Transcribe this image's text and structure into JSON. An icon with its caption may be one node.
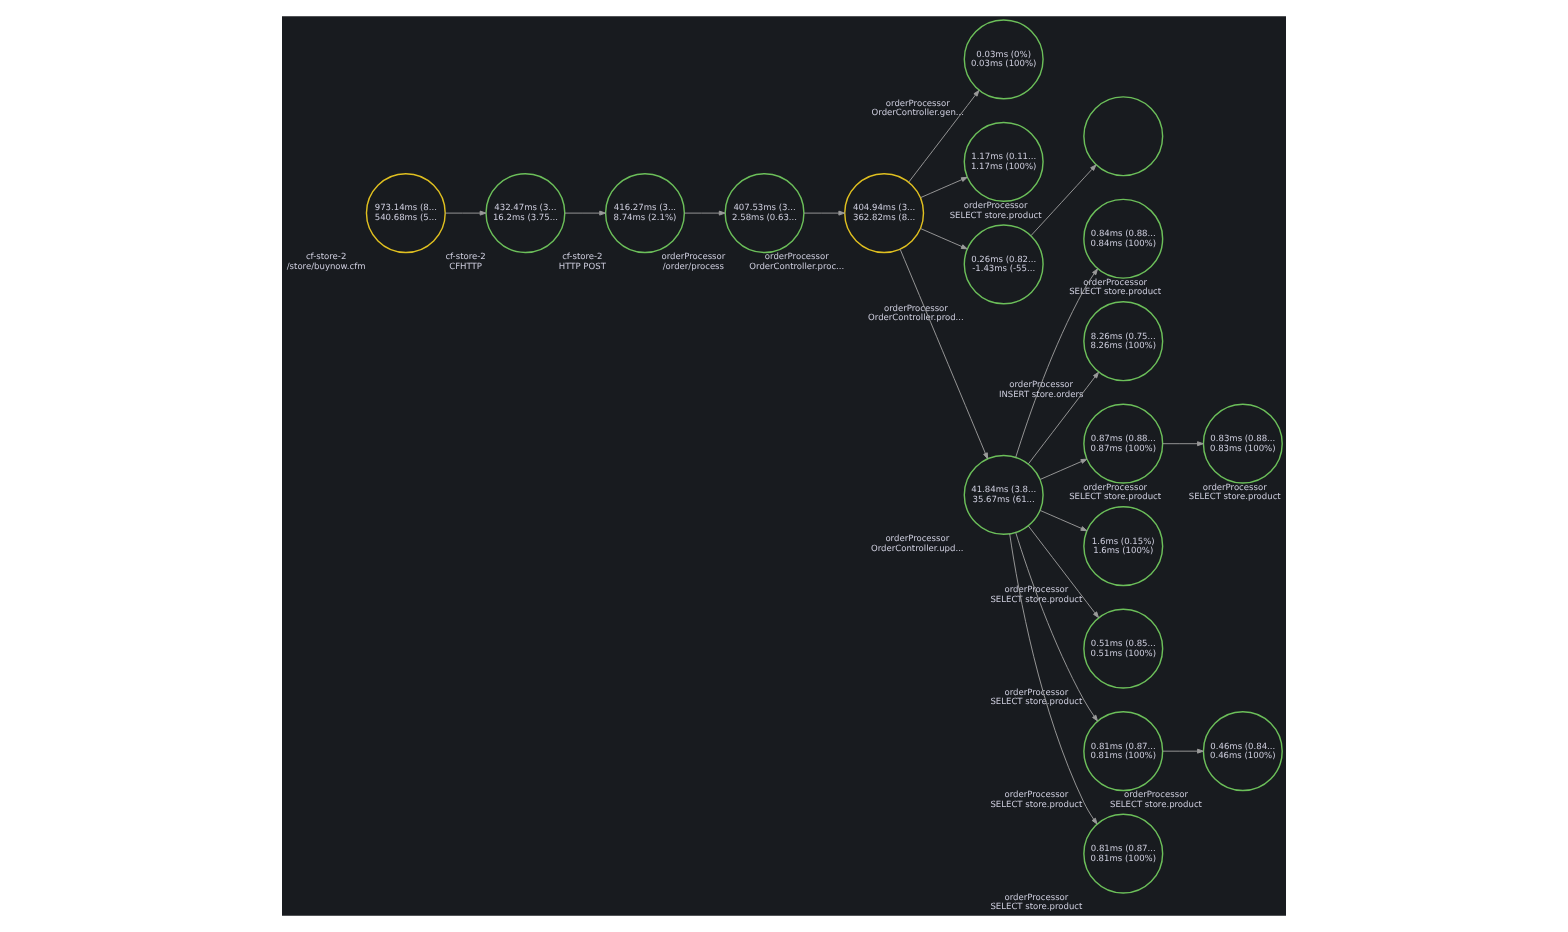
{
  "diagram": {
    "nodes": [
      {
        "text": [
          "973.14ms (8...",
          "540.68ms (5..."
        ],
        "beside": [
          "cf-store-2",
          "/store/buynow.cfm"
        ]
      },
      {
        "text": [
          "432.47ms (3...",
          "16.2ms (3.75..."
        ],
        "beside": [
          "cf-store-2",
          "CFHTTP"
        ]
      },
      {
        "text": [
          "416.27ms (3...",
          "8.74ms (2.1%)"
        ],
        "beside": [
          "cf-store-2",
          "HTTP POST"
        ]
      },
      {
        "text": [
          "407.53ms (3...",
          "2.58ms (0.63..."
        ],
        "beside": [
          "orderProcessor",
          "/order/process"
        ]
      },
      {
        "text": [
          "404.94ms (3...",
          "362.82ms (8..."
        ],
        "beside": [
          "orderProcessor",
          "OrderController.proc..."
        ]
      },
      {
        "text": [
          "0.03ms (0%)",
          "0.03ms (100%)"
        ],
        "beside": [
          "orderProcessor",
          "OrderController.gen..."
        ]
      },
      {
        "text": [
          "1.17ms (0.11...",
          "1.17ms (100%)"
        ],
        "beside": [
          "orderProcessor",
          "SELECT store.product"
        ]
      },
      {
        "text": [
          "0.26ms (0.82...",
          "-1.43ms (-55..."
        ],
        "beside": [
          "orderProcessor",
          "OrderController.prod..."
        ]
      },
      {
        "text": [],
        "shape": "circle"
      },
      {
        "text": [
          "41.84ms (3.8...",
          "35.67ms (61..."
        ],
        "beside": [
          "orderProcessor",
          "OrderController.upd..."
        ]
      },
      {
        "text": [
          "0.84ms (0.88...",
          "0.84ms (100%)"
        ],
        "beside": [
          "orderProcessor",
          "SELECT store.product"
        ]
      },
      {
        "text": [
          "8.26ms (0.75...",
          "8.26ms (100%)"
        ],
        "beside": [
          "orderProcessor",
          "INSERT store.orders"
        ]
      },
      {
        "text": [
          "0.87ms (0.88...",
          "0.87ms (100%)"
        ],
        "beside": [
          "orderProcessor",
          "SELECT store.product"
        ]
      },
      {
        "text": [
          "0.83ms (0.88...",
          "0.83ms (100%)"
        ],
        "beside": [
          "orderProcessor",
          "SELECT store.product"
        ]
      },
      {
        "text": [
          "1.6ms (0.15%)",
          "1.6ms (100%)"
        ],
        "beside": [
          "orderProcessor",
          "SELECT store.product"
        ]
      },
      {
        "text": [
          "0.51ms (0.85...",
          "0.51ms (100%)"
        ],
        "beside": [
          "orderProcessor",
          "SELECT store.product"
        ]
      },
      {
        "text": [
          "0.81ms (0.87...",
          "0.81ms (100%)"
        ],
        "beside": [
          "orderProcessor",
          "SELECT store.product"
        ]
      },
      {
        "text": [
          "0.46ms (0.84...",
          "0.46ms (100%)"
        ],
        "beside": [
          "orderProcessor",
          "SELECT store.product"
        ]
      },
      {
        "text": [
          "0.81ms (0.87...",
          "0.81ms (100%)"
        ],
        "beside": [
          "orderProcessor",
          "SELECT store.product"
        ]
      }
    ],
    "edges": [
      {
        "from": 0,
        "to": 1,
        "arrow": "to"
      },
      {
        "from": 1,
        "to": 2,
        "arrow": "to"
      },
      {
        "from": 2,
        "to": 3,
        "arrow": "to"
      },
      {
        "from": 3,
        "to": 4,
        "arrow": "to"
      },
      {
        "from": 4,
        "to": 5,
        "arrow": "to"
      },
      {
        "from": 4,
        "to": 6,
        "arrow": "to"
      },
      {
        "from": 4,
        "to": 7,
        "arrow": "to"
      },
      {
        "from": 7,
        "to": 8,
        "arrow": "to"
      },
      {
        "from": 4,
        "to": 9,
        "arrow": "to"
      },
      {
        "from": 9,
        "to": 10,
        "arrow": "to"
      },
      {
        "from": 9,
        "to": 11,
        "arrow": "to"
      },
      {
        "from": 9,
        "to": 12,
        "arrow": "to"
      },
      {
        "from": 12,
        "to": 13,
        "arrow": "to"
      },
      {
        "from": 9,
        "to": 14,
        "arrow": "to"
      },
      {
        "from": 9,
        "to": 15,
        "arrow": "to"
      },
      {
        "from": 9,
        "to": 16,
        "arrow": "to"
      },
      {
        "from": 16,
        "to": 17,
        "arrow": "to"
      },
      {
        "from": 9,
        "to": 18,
        "arrow": "to"
      }
    ]
  }
}
